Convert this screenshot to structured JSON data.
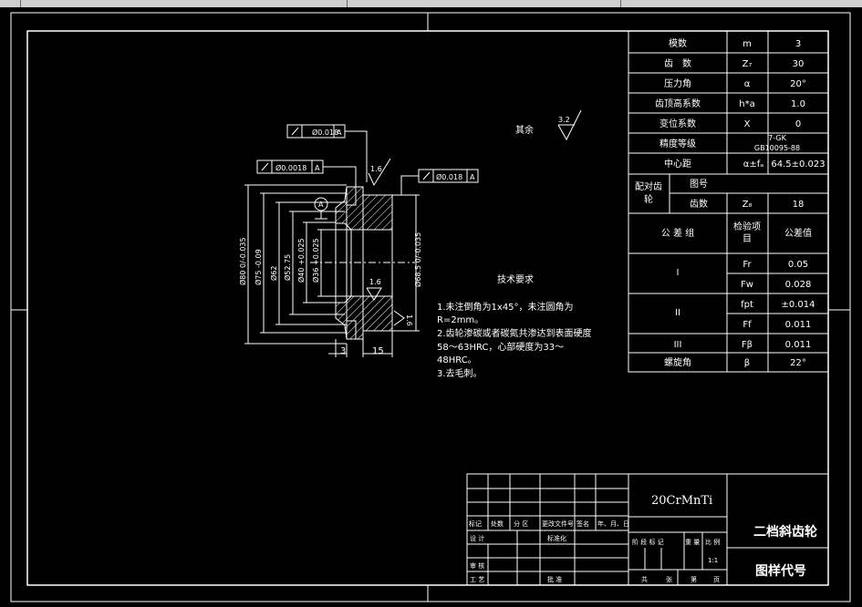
{
  "params": [
    {
      "name": "模数",
      "sym": "m",
      "val": "3"
    },
    {
      "name": "齿　数",
      "sym": "Z₇",
      "val": "30"
    },
    {
      "name": "压力角",
      "sym": "α",
      "val": "20°"
    },
    {
      "name": "齿顶高系数",
      "sym": "h*a",
      "val": "1.0"
    },
    {
      "name": "变位系数",
      "sym": "X",
      "val": "0"
    },
    {
      "name": "精度等级",
      "sym": "7-GK\nGB10095-88",
      "val": ""
    },
    {
      "name": "中心距",
      "sym": "α±fₐ",
      "val": "64.5±0.023"
    }
  ],
  "mating": {
    "label": "配对齿轮",
    "row1": "图号",
    "row2": "齿数",
    "sym": "Z₈",
    "val": "18"
  },
  "tolerance_header": {
    "group": "公 差 组",
    "item": "检验项目",
    "value": "公差值"
  },
  "tolerance_rows": [
    {
      "group": "I",
      "sym": "Fr",
      "val": "0.05"
    },
    {
      "group": "",
      "sym": "Fw",
      "val": "0.028"
    },
    {
      "group": "II",
      "sym": "fpt",
      "val": "±0.014"
    },
    {
      "group": "",
      "sym": "Ff",
      "val": "0.011"
    },
    {
      "group": "III",
      "sym": "Fβ",
      "val": "0.011"
    }
  ],
  "helix": {
    "name": "螺旋角",
    "sym": "β",
    "val": "22°"
  },
  "drawing": {
    "rest_label": "其余",
    "rest_roughness": "3.2",
    "roughness_1": "1.6",
    "roughness_2": "1.6",
    "roughness_3": "1.6",
    "tol_1": "0.018",
    "tol_1_ref": "A",
    "tol_2": "0.0018",
    "tol_2_ref": "A",
    "tol_3": "0.018",
    "tol_3_ref": "A",
    "datum": "A",
    "dims": {
      "d80": "Ø80",
      "d80_tol": "0\n-0.035",
      "d75": "Ø75",
      "d75_tol": "-0.09",
      "d62": "Ø62",
      "d52": "Ø52.75",
      "d40": "Ø40",
      "d40_tol": "+0.025",
      "d36": "Ø36",
      "d36_tol": "+0.025",
      "d68": "Ø68.5",
      "d68_tol": "0\n-0.035",
      "w3": "3",
      "w15": "15"
    }
  },
  "notes": {
    "title": "技术要求",
    "lines": [
      "1.未注倒角为1x45°，未注圆角为",
      "R=2mm。",
      "2.齿轮渗碳或者碳氮共渗达到表面硬度",
      "58～63HRC，心部硬度为33～",
      "48HRC。",
      "3.去毛刺。"
    ]
  },
  "title_block": {
    "material": "20CrMnTi",
    "part_name": "二档斜齿轮",
    "drawing_no": "图样代号",
    "scale": "1:1",
    "sheet_total": "共",
    "sheet": "张",
    "sheet_no": "第",
    "sheet_no_suffix": "页",
    "cols": [
      "标记",
      "处数",
      "分 区",
      "更改文件号",
      "签名",
      "年、月、日"
    ],
    "rows": [
      "设 计",
      "标准化",
      "审 核",
      "工 艺",
      "批 准"
    ],
    "stage_cols": [
      "阶 段 标 记",
      "重 量",
      "比 例"
    ]
  }
}
